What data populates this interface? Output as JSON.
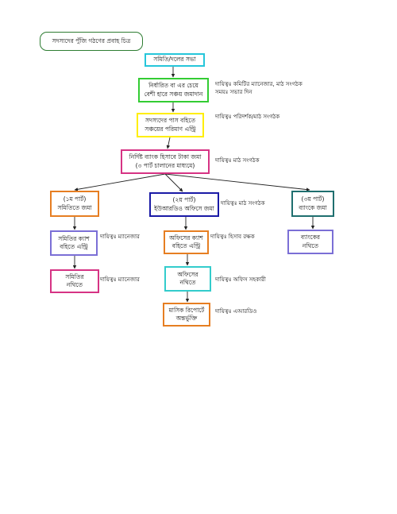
{
  "title": "সদস্যদের পুঁজি গঠণের প্রবাহ চিত্র",
  "boxes": {
    "meeting": "সমিতি/দলের সভা",
    "deposit": "নির্ধারিত বা এর চেয়ে\nবেশী হারে সঞ্চয় জমাদান",
    "passbook": "সদস্যদের পাস বহিতে\nসঞ্চয়ের পরিমাণ এন্ট্রি",
    "bank_deposit": "নির্দিষ্ট ব্যাংক হিসাবে টাকা জমা\n(৩ পার্ট চালানের মাধ্যমে)",
    "part1": "(১ম পার্ট)\nসমিতিতে জমা",
    "part2": "(২য় পার্ট)\nইউআরডিও অফিসে জমা",
    "part3": "(৩য় পার্ট)\nব্যাংকে জমা",
    "samity_cash": "সমিতির ক্যাশ\nবহিতে এন্ট্রি",
    "office_cash": "অফিসের ক্যাশ\nবহিতে এন্ট্রি",
    "bank_file": "ব্যাংকের\nনথিতে",
    "samity_file": "সমিতির\nনথিতে",
    "office_file": "অফিসের\nনথিতে",
    "monthly_report": "মাসিক রিপোর্টে\nঅন্তর্ভুক্তি"
  },
  "notes": {
    "deposit": "দায়িত্বঃ কমিটির ম্যানেজার, মাঠ সংগঠক\nসময়ঃ সভার দিন",
    "passbook": "দায়িত্বঃ পরিদর্শক/মাঠ সংগঠক",
    "bank_deposit": "দায়িত্বঃ মাঠ সংগঠক",
    "part2": "দায়িত্বঃ মাঠ সংগঠক",
    "samity_cash": "দায়িত্বঃ ম্যানেজার",
    "office_cash": "দায়িত্বঃ হিসাব রক্ষক",
    "samity_file": "দায়িত্বঃ ম্যানেজার",
    "office_file": "দায়িত্বঃ অফিস সহকারী",
    "monthly_report": "দায়িত্বঃ এআরডিও"
  },
  "colors": {
    "title": "#2e7d32",
    "meeting": "#26c6da",
    "deposit": "#33cc33",
    "passbook": "#ffee00",
    "bank_deposit": "#d63384",
    "part1": "#e67e22",
    "part2": "#1a1aa6",
    "part3": "#1f6f6f",
    "samity_cash": "#7b6fd6",
    "office_cash": "#e67e22",
    "bank_file": "#7b6fd6",
    "samity_file": "#d63384",
    "office_file": "#33cccc",
    "monthly_report": "#e67e22"
  }
}
